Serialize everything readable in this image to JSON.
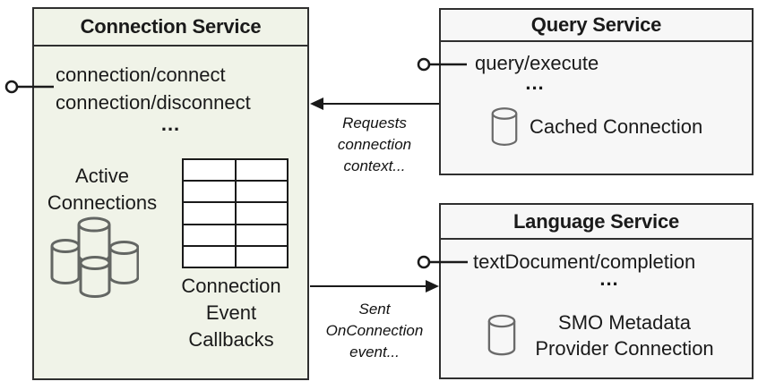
{
  "colors": {
    "border": "#2f2f2f",
    "connection_fill": "#f0f3e8",
    "service_fill": "#f7f7f7",
    "line": "#1a1a1a"
  },
  "connection_service": {
    "title": "Connection Service",
    "endpoints": [
      "connection/connect",
      "connection/disconnect"
    ],
    "more": "...",
    "active_connections_label": "Active Connections",
    "callbacks_label": "Connection Event Callbacks"
  },
  "query_service": {
    "title": "Query Service",
    "endpoint": "query/execute",
    "more": "...",
    "connection_label": "Cached Connection"
  },
  "language_service": {
    "title": "Language Service",
    "endpoint": "textDocument/completion",
    "more": "...",
    "connection_label": "SMO Metadata Provider Connection"
  },
  "relations": {
    "requests_label": "Requests connection context...",
    "sent_label": "Sent OnConnection event..."
  }
}
